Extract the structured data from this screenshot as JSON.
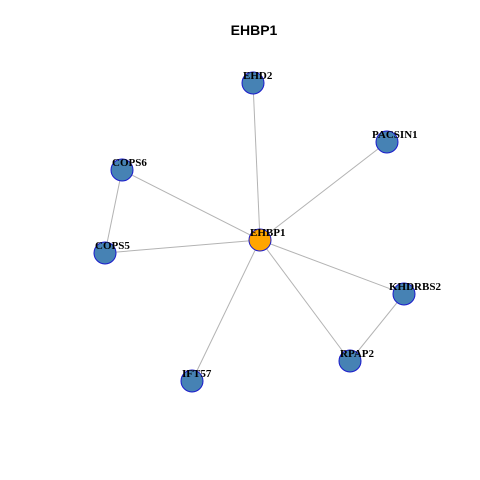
{
  "title": "EHBP1",
  "colors": {
    "center_node": "#FFA500",
    "neighbor_node": "#4682B4",
    "node_border": "#1A1ACC",
    "edge": "#B3B3B3"
  },
  "nodes": [
    {
      "id": "EHBP1",
      "label": "EHBP1",
      "role": "center"
    },
    {
      "id": "EHD2",
      "label": "EHD2",
      "role": "neighbor"
    },
    {
      "id": "PACSIN1",
      "label": "PACSIN1",
      "role": "neighbor"
    },
    {
      "id": "COPS6",
      "label": "COPS6",
      "role": "neighbor"
    },
    {
      "id": "COPS5",
      "label": "COPS5",
      "role": "neighbor"
    },
    {
      "id": "KHDRBS2",
      "label": "KHDRBS2",
      "role": "neighbor"
    },
    {
      "id": "RPAP2",
      "label": "RPAP2",
      "role": "neighbor"
    },
    {
      "id": "IFT57",
      "label": "IFT57",
      "role": "neighbor"
    }
  ],
  "edges": [
    [
      "EHBP1",
      "EHD2"
    ],
    [
      "EHBP1",
      "PACSIN1"
    ],
    [
      "EHBP1",
      "COPS6"
    ],
    [
      "EHBP1",
      "COPS5"
    ],
    [
      "EHBP1",
      "KHDRBS2"
    ],
    [
      "EHBP1",
      "RPAP2"
    ],
    [
      "EHBP1",
      "IFT57"
    ],
    [
      "COPS6",
      "COPS5"
    ],
    [
      "KHDRBS2",
      "RPAP2"
    ]
  ]
}
